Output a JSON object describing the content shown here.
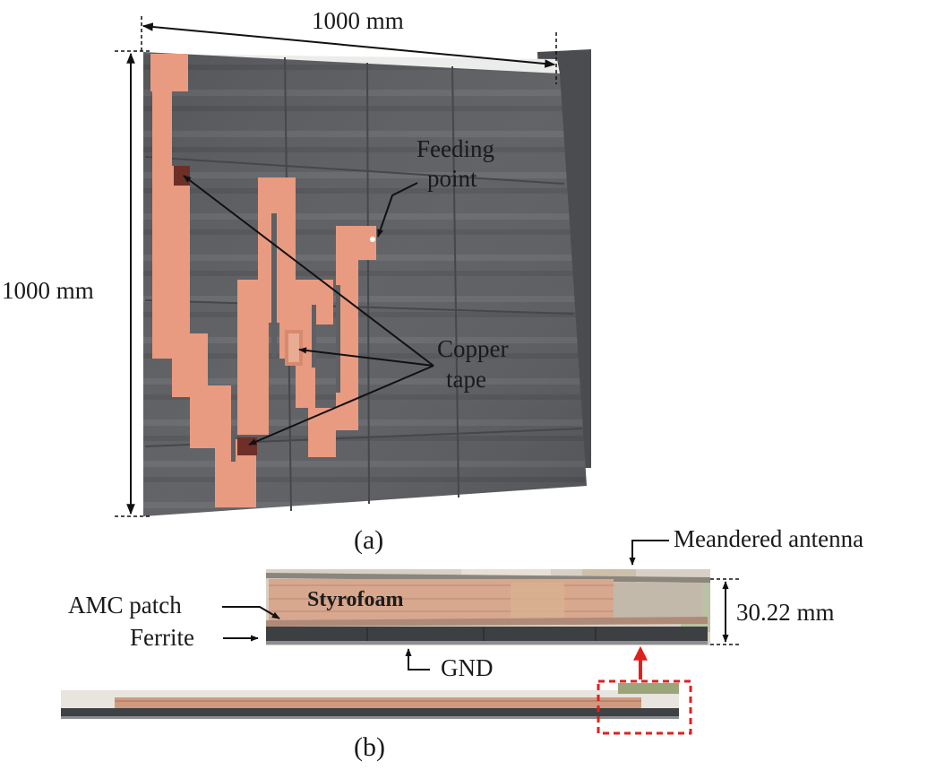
{
  "panel_a": {
    "width_dim": "1000 mm",
    "height_dim": "1000 mm",
    "feeding_line1": "Feeding",
    "feeding_line2": "point",
    "copper_line1": "Copper",
    "copper_line2": "tape",
    "caption": "(a)"
  },
  "panel_b": {
    "meandered": "Meandered antenna",
    "amc": "AMC patch",
    "ferrite": "Ferrite",
    "styrofoam": "Styrofoam",
    "gnd": "GND",
    "thickness": "30.22 mm",
    "caption": "(b)"
  },
  "colors": {
    "copper": "#e79a80",
    "board": "#5a5c5f",
    "highlight": "#e0201c"
  }
}
